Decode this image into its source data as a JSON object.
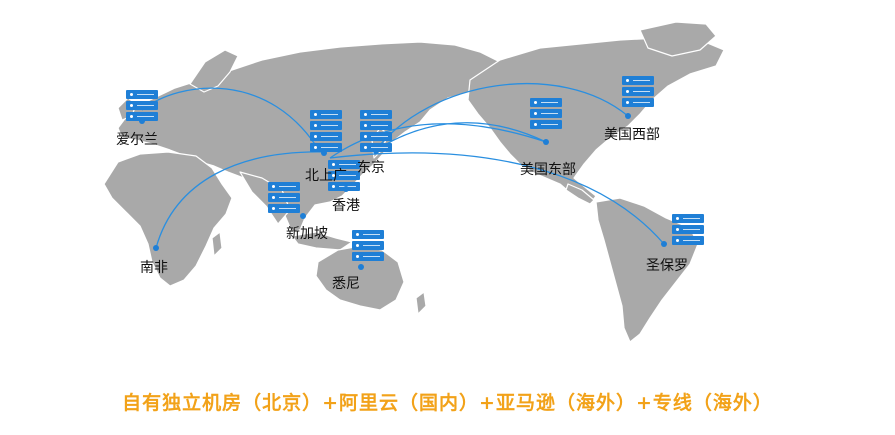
{
  "map": {
    "land_color": "#a9a9a9",
    "route_color": "#2a8fe0",
    "server_color": "#1f7fd6",
    "hub": "北上广",
    "routes": [
      {
        "from": "北上广",
        "to": "爱尔兰"
      },
      {
        "from": "北上广",
        "to": "南非"
      },
      {
        "from": "北上广",
        "to": "美国东部"
      },
      {
        "from": "北上广",
        "to": "圣保罗"
      },
      {
        "from": "东京",
        "to": "美国西部"
      },
      {
        "from": "东京",
        "to": "美国东部"
      }
    ],
    "nodes": [
      {
        "id": "ireland",
        "label": "爱尔兰"
      },
      {
        "id": "bsg",
        "label": "北上广"
      },
      {
        "id": "tokyo",
        "label": "东京"
      },
      {
        "id": "hongkong",
        "label": "香港"
      },
      {
        "id": "singapore",
        "label": "新加坡"
      },
      {
        "id": "sydney",
        "label": "悉尼"
      },
      {
        "id": "southafrica",
        "label": "南非"
      },
      {
        "id": "useast",
        "label": "美国东部"
      },
      {
        "id": "uswest",
        "label": "美国西部"
      },
      {
        "id": "saopaulo",
        "label": "圣保罗"
      }
    ]
  },
  "caption": {
    "text": "自有独立机房（北京）+阿里云（国内）+亚马逊（海外）+专线（海外）",
    "color": "#f2a219"
  }
}
